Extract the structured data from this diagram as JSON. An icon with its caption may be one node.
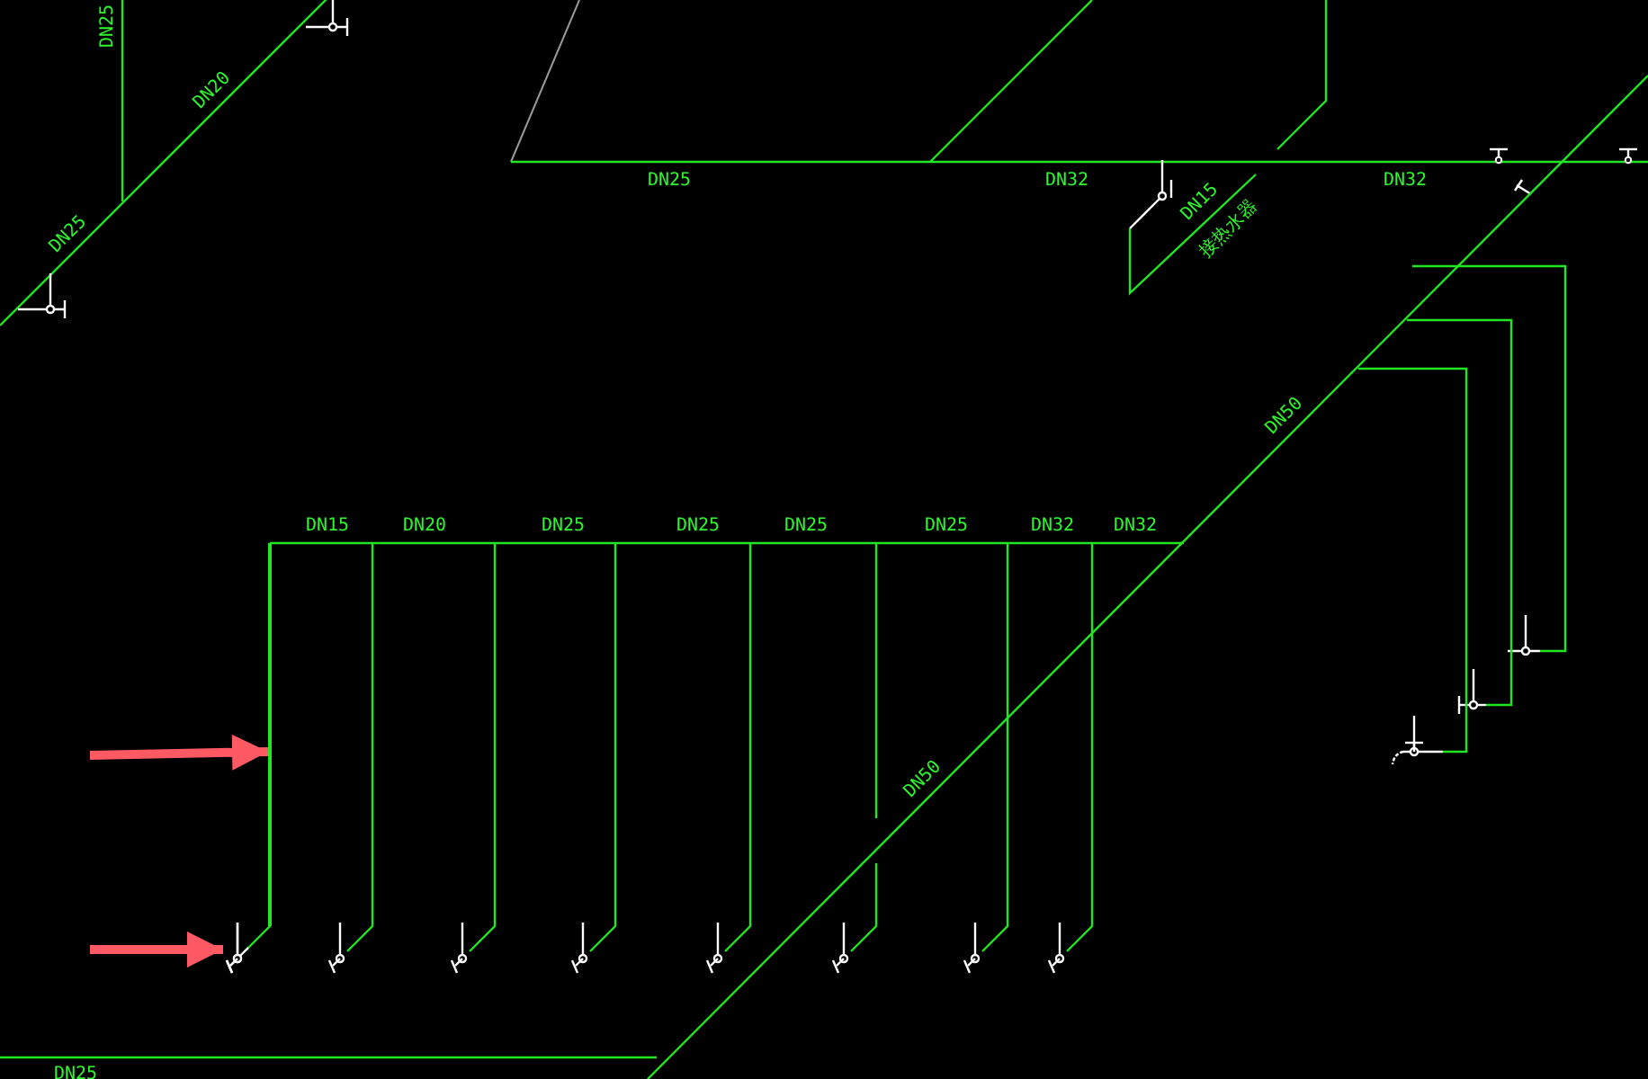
{
  "diagram": {
    "nodes": [
      {
        "text": [],
        "shape": "bar"
      },
      {
        "text": [],
        "shape": "picture"
      }
    ],
    "edges": [
      {
        "from": null,
        "to": 0,
        "arrow": "to"
      },
      {
        "from": null,
        "to": 1,
        "arrow": "to"
      }
    ],
    "labels": [
      "DN25",
      "DN20",
      "DN25",
      "DN25",
      "DN32",
      "DN32",
      "DN15",
      "接热水器",
      "DN50",
      "DN15",
      "DN20",
      "DN25",
      "DN25",
      "DN25",
      "DN25",
      "DN32",
      "DN32",
      "DN50",
      "DN25"
    ]
  }
}
